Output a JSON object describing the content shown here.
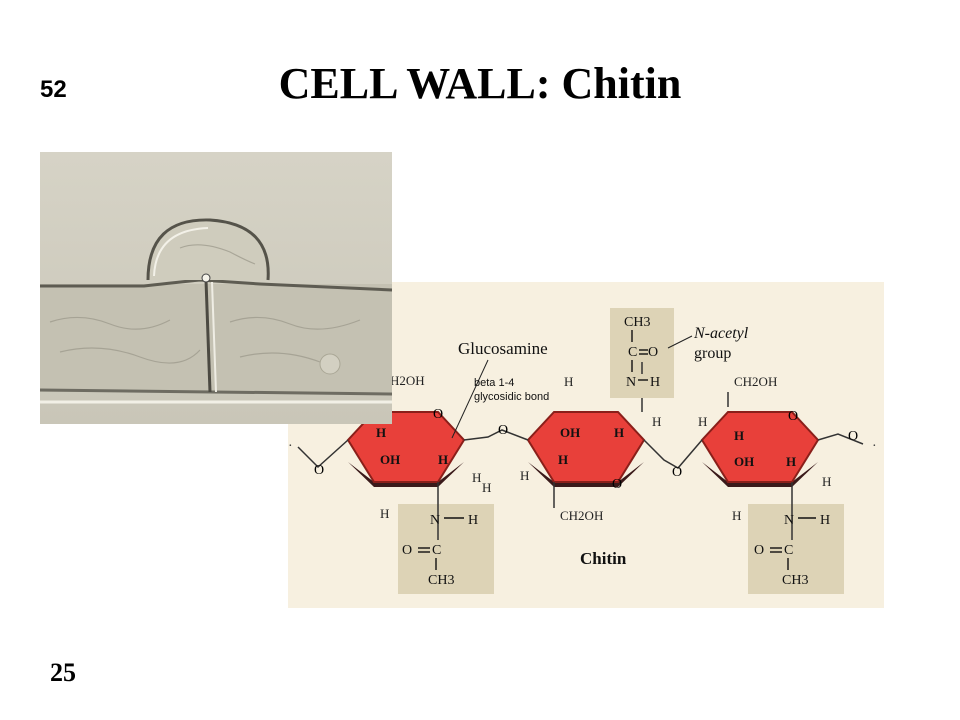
{
  "slide": {
    "number": "52",
    "title": "CELL WALL: Chitin",
    "footer_number": "25"
  },
  "diagram": {
    "caption": "Chitin",
    "label_glucosamine": "Glucosamine",
    "label_bond_line1": "beta 1-4",
    "label_bond_line2": "glycosidic bond",
    "label_nacetyl_line1": "N-acetyl",
    "label_nacetyl_line2": "group",
    "ch2oh_top_left": "H2OH",
    "ch2oh_top_right": "CH2OH",
    "ch2oh_bottom_mid": "CH2OH",
    "ch3": "CH3",
    "colors": {
      "ring_fill": "#e8403a",
      "box_fill": "#ddd3b6",
      "background": "#f7f0e0"
    }
  },
  "micrograph": {
    "description_icon": "hyphal-cell-micrograph"
  }
}
